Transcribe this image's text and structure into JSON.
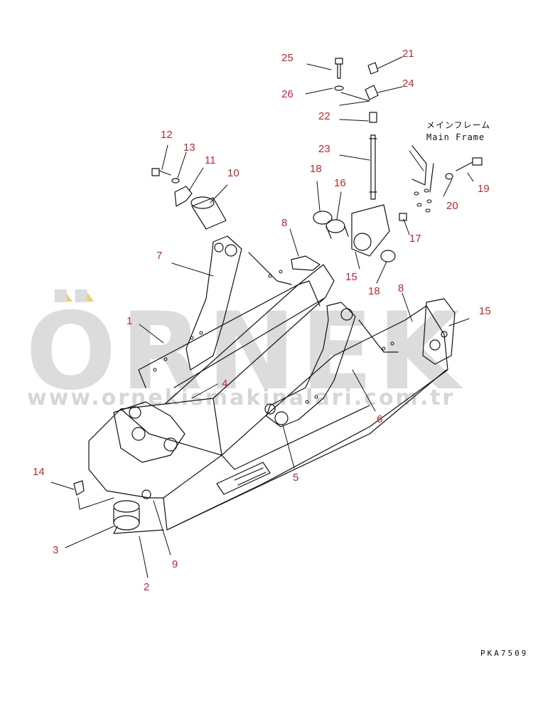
{
  "watermark": {
    "brand": "ÖRNEK",
    "url": "www.ornekismakinalari.com.tr"
  },
  "label_main_frame_jp": "メインフレーム",
  "label_main_frame_en": "Main Frame",
  "reference_code": "PKA7509",
  "part_numbers": [
    {
      "id": "n25",
      "text": "25"
    },
    {
      "id": "n21",
      "text": "21"
    },
    {
      "id": "n26",
      "text": "26"
    },
    {
      "id": "n24",
      "text": "24"
    },
    {
      "id": "n22",
      "text": "22"
    },
    {
      "id": "n23",
      "text": "23"
    },
    {
      "id": "n12",
      "text": "12"
    },
    {
      "id": "n13",
      "text": "13"
    },
    {
      "id": "n11",
      "text": "11"
    },
    {
      "id": "n10",
      "text": "10"
    },
    {
      "id": "n18a",
      "text": "18"
    },
    {
      "id": "n16",
      "text": "16"
    },
    {
      "id": "n19",
      "text": "19"
    },
    {
      "id": "n20",
      "text": "20"
    },
    {
      "id": "n17",
      "text": "17"
    },
    {
      "id": "n8a",
      "text": "8"
    },
    {
      "id": "n7",
      "text": "7"
    },
    {
      "id": "n15a",
      "text": "15"
    },
    {
      "id": "n18b",
      "text": "18"
    },
    {
      "id": "n8b",
      "text": "8"
    },
    {
      "id": "n15b",
      "text": "15"
    },
    {
      "id": "n1",
      "text": "1"
    },
    {
      "id": "n4",
      "text": "4"
    },
    {
      "id": "n6",
      "text": "6"
    },
    {
      "id": "n5",
      "text": "5"
    },
    {
      "id": "n14",
      "text": "14"
    },
    {
      "id": "n3",
      "text": "3"
    },
    {
      "id": "n9",
      "text": "9"
    },
    {
      "id": "n2",
      "text": "2"
    }
  ]
}
